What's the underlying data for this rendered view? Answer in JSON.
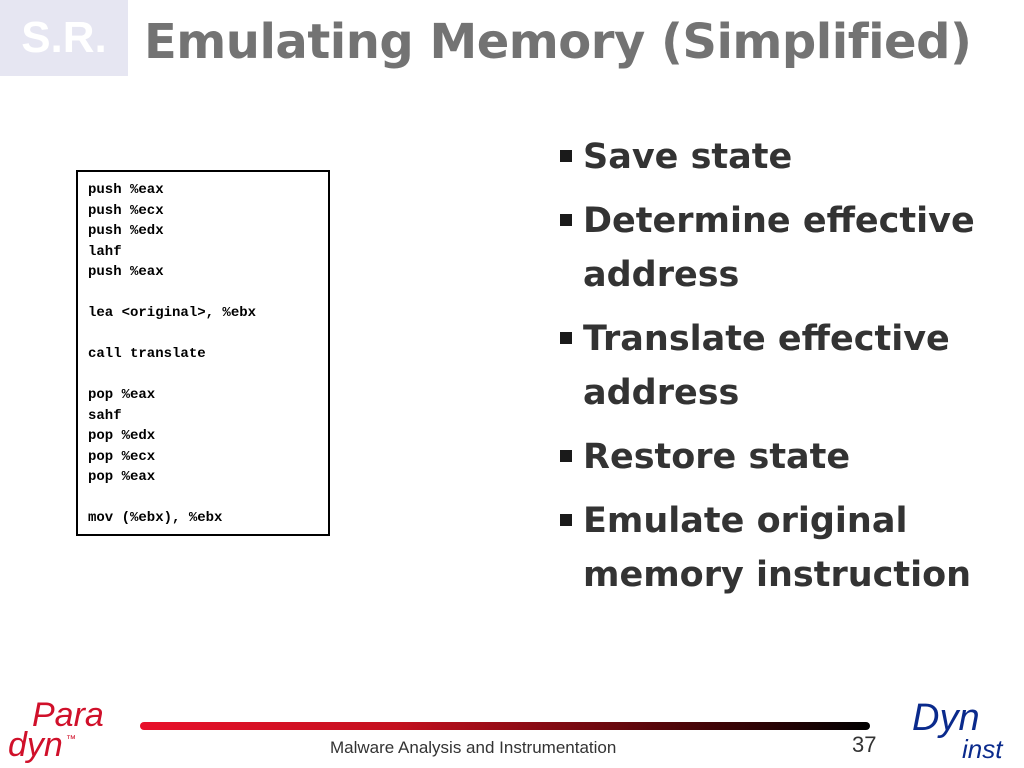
{
  "slide": {
    "badge": "S.R.",
    "title": "Emulating Memory (Simplified)"
  },
  "code": {
    "lines": [
      "push %eax",
      "push %ecx",
      "push %edx",
      "lahf",
      "push %eax",
      "",
      "lea <original>, %ebx",
      "",
      "call translate",
      "",
      "pop %eax",
      "sahf",
      "pop %edx",
      "pop %ecx",
      "pop %eax",
      "",
      "mov (%ebx), %ebx"
    ]
  },
  "bullets": [
    {
      "text": "Save state"
    },
    {
      "text": "Determine effective address"
    },
    {
      "text": "Translate effective address"
    },
    {
      "text": "Restore state"
    },
    {
      "text": "Emulate original memory instruction"
    }
  ],
  "footer": {
    "text": "Malware Analysis and Instrumentation",
    "page_number": "37"
  },
  "logos": {
    "left": {
      "top": "Para",
      "bottom": "dyn",
      "mark": "™"
    },
    "right": {
      "top": "Dyn",
      "bottom": "inst"
    }
  },
  "colors": {
    "badge_bg": "#e6e6f2",
    "title": "#737373",
    "bullet_text": "#333333",
    "accent_red": "#e8102a",
    "logo_blue": "#0a2a8c"
  }
}
